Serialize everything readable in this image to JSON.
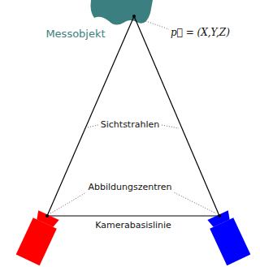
{
  "diagram": {
    "labels": [
      "Messobjekt",
      "p⃗ = (X,Y,Z)",
      "Sichtstrahlen",
      "Abbildungszentren",
      "Kamerabasislinie"
    ]
  }
}
